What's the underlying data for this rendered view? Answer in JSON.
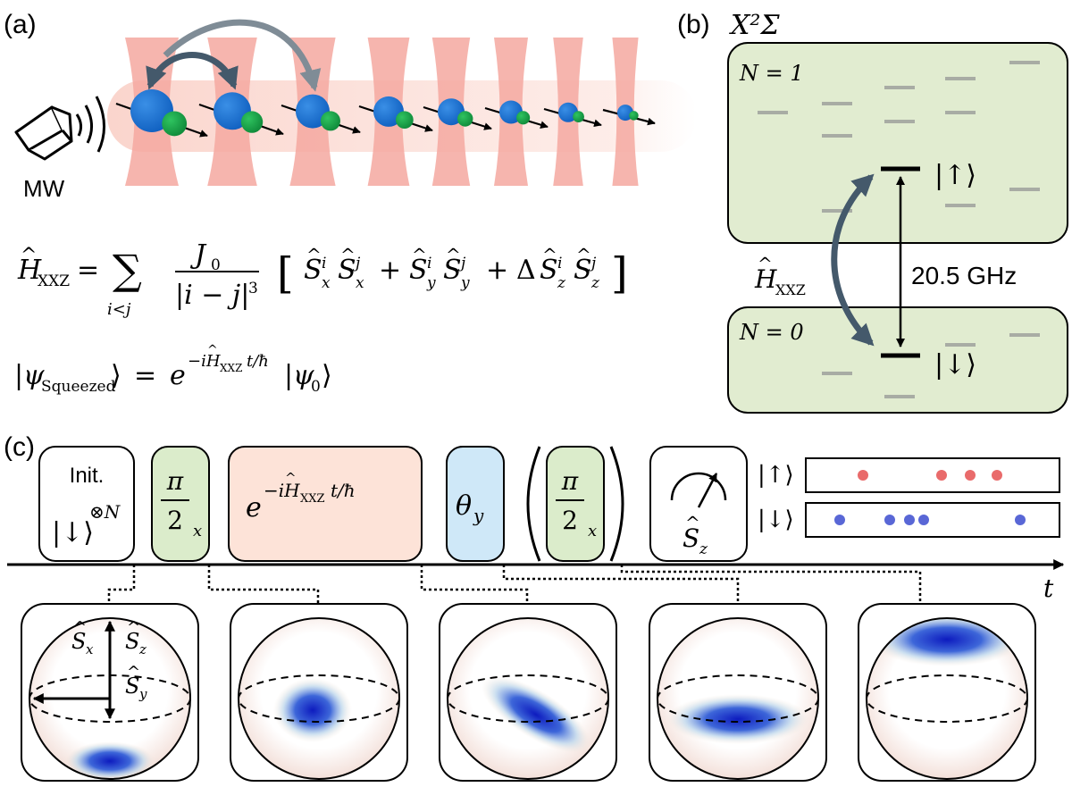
{
  "panel_labels": {
    "a": "(a)",
    "b": "(b)",
    "c": "(c)"
  },
  "panel_a": {
    "mw_label": "MW",
    "molecule_count": 8,
    "equations": {
      "h_xxz": "Ĥ_XXZ = Σ_{i<j} J₀/|i−j|³ [Ŝˣᵢ Ŝˣⱼ + Ŝʸᵢ Ŝʸⱼ + Δ Ŝᶻᵢ Ŝᶻⱼ]",
      "psi_squeezed": "|ψ_Squeezed⟩ = e^{−iĤ_XXZ t/ħ} |ψ₀⟩"
    }
  },
  "panel_b": {
    "state_label": "X²Σ",
    "n1_label": "N = 1",
    "n0_label": "N = 0",
    "up_label": "|↑⟩",
    "down_label": "|↓⟩",
    "h_label": "Ĥ_XXZ",
    "freq_label": "20.5 GHz",
    "colors": {
      "box_fill": "#e1ecd0",
      "arrow": "#44596b"
    }
  },
  "panel_c": {
    "init_label": "Init.",
    "init_state": "|↓⟩",
    "init_power": "⊗N",
    "pi_label": "π",
    "pi_den": "2",
    "pi_sub": "x",
    "evolve_label": "e^{−iĤ_XXZ t/ħ}",
    "theta_label": "θ",
    "theta_sub": "y",
    "measure_label": "Ŝ_z",
    "readout_up": "|↑⟩",
    "readout_down": "|↓⟩",
    "time_label": "t",
    "sphere_axes": {
      "sx": "Ŝ_x",
      "sz": "Ŝ_z",
      "sy": "Ŝ_y"
    },
    "colors": {
      "init": "#ffffff",
      "pulse": "#dbeccb",
      "evolve": "#fde3d8",
      "rotation": "#cfe8f8",
      "measure": "#ffffff",
      "blob": "#1a26c8"
    }
  }
}
